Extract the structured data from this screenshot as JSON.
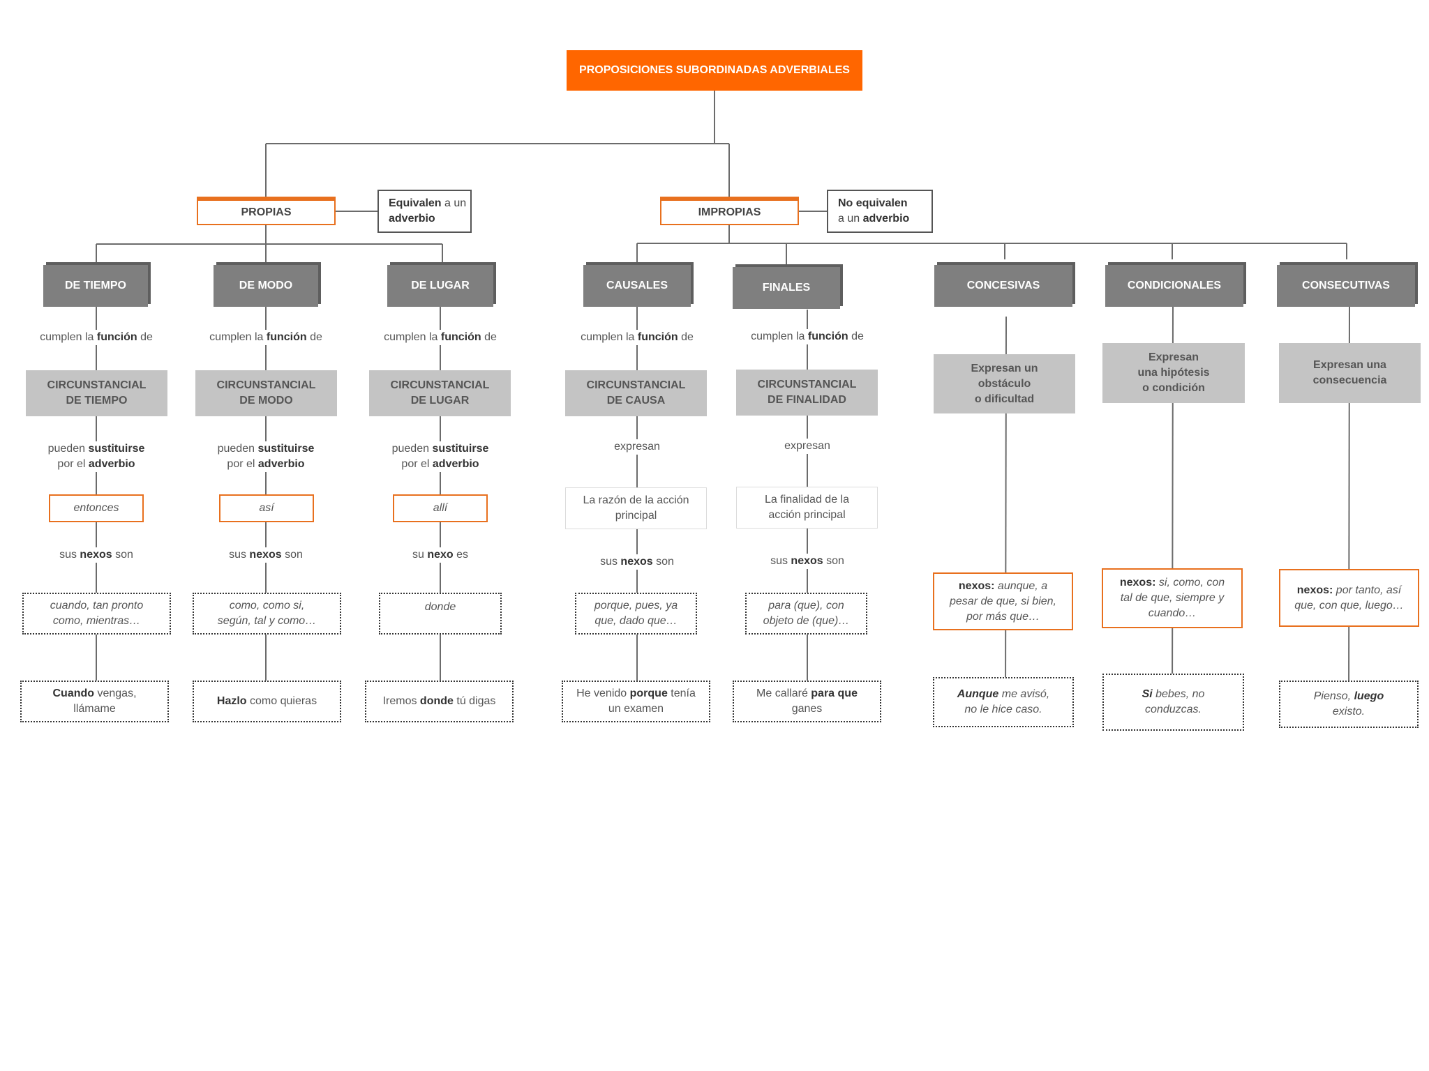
{
  "title": "PROPOSICIONES SUBORDINADAS ADVERBIALES",
  "branches": {
    "propias": {
      "label": "PROPIAS",
      "note_bold": "Equivalen",
      "note_mid": " a un ",
      "note_bold2": "adverbio"
    },
    "impropias": {
      "label": "IMPROPIAS",
      "note_bold": "No equivalen",
      "note_mid": "a un ",
      "note_bold2": "adverbio"
    }
  },
  "common": {
    "cumplen_pre": "cumplen la ",
    "cumplen_bold": "función",
    "cumplen_post": " de",
    "pueden_pre": "pueden ",
    "pueden_bold": "sustituirse",
    "por_pre": "por el ",
    "por_bold": "adverbio",
    "nexos_pre": "sus ",
    "nexos_bold": "nexos",
    "nexos_post": " son",
    "nexo_pre": "su ",
    "nexo_bold": "nexo",
    "nexo_post": " es",
    "expresan": "expresan"
  },
  "columns": {
    "tiempo": {
      "cat": "DE TIEMPO",
      "func_1": "CIRCUNSTANCIAL",
      "func_2": "DE TIEMPO",
      "adverb": "entonces",
      "nexos_1": "cuando, tan pronto",
      "nexos_2": "como, mientras…",
      "ex_bold": "Cuando",
      "ex_rest": " vengas,",
      "ex_2": "llámame"
    },
    "modo": {
      "cat": "DE MODO",
      "func_1": "CIRCUNSTANCIAL",
      "func_2": "DE MODO",
      "adverb": "así",
      "nexos_1": "como, como si,",
      "nexos_2": "según, tal y como…",
      "ex_bold": "Hazlo",
      "ex_rest": " como quieras"
    },
    "lugar": {
      "cat": "DE LUGAR",
      "func_1": "CIRCUNSTANCIAL",
      "func_2": "DE LUGAR",
      "adverb": "allí",
      "nexos_1": "donde",
      "ex_pre": "Iremos ",
      "ex_bold": "donde",
      "ex_rest": " tú digas"
    },
    "causales": {
      "cat": "CAUSALES",
      "func_1": "CIRCUNSTANCIAL",
      "func_2": "DE CAUSA",
      "expr_1": "La razón de la acción",
      "expr_2": "principal",
      "nexos_1": "porque, pues, ya",
      "nexos_2": "que, dado que…",
      "ex_pre": "He venido ",
      "ex_bold": "porque",
      "ex_rest": " tenía",
      "ex_2": "un examen"
    },
    "finales": {
      "cat": "FINALES",
      "func_1": "CIRCUNSTANCIAL",
      "func_2": "DE FINALIDAD",
      "expr_1": "La finalidad de la",
      "expr_2": "acción principal",
      "nexos_1": "para (que), con",
      "nexos_2": "objeto de (que)…",
      "ex_pre": "Me callaré ",
      "ex_bold": "para que",
      "ex_2": "ganes"
    },
    "concesivas": {
      "cat": "CONCESIVAS",
      "desc_1": "Expresan un",
      "desc_2": "obstáculo",
      "desc_3": "o dificultad",
      "nexos_label": "nexos:",
      "nexos_1": " aunque, a",
      "nexos_2": "pesar de que, si bien,",
      "nexos_3": "por más que…",
      "ex_bold": "Aunque",
      "ex_rest": " me avisó,",
      "ex_2": "no le hice caso."
    },
    "condicionales": {
      "cat": "CONDICIONALES",
      "desc_1": "Expresan",
      "desc_2": "una hipótesis",
      "desc_3": "o condición",
      "nexos_label": "nexos:",
      "nexos_1": " si, como, con",
      "nexos_2": "tal de que, siempre y",
      "nexos_3": "cuando…",
      "ex_bold": "Si",
      "ex_rest": " bebes, no",
      "ex_2": "conduzcas."
    },
    "consecutivas": {
      "cat": "CONSECUTIVAS",
      "desc_1": "Expresan una",
      "desc_2": "consecuencia",
      "nexos_label": "nexos:",
      "nexos_1": " por tanto, así",
      "nexos_2": "que, con que, luego…",
      "ex_pre": "Pienso, ",
      "ex_bold": "luego",
      "ex_2": "existo."
    }
  },
  "colors": {
    "accent": "#ff6600",
    "outline": "#e8701e",
    "category": "#7f7f7f",
    "function": "#c4c4c4"
  }
}
